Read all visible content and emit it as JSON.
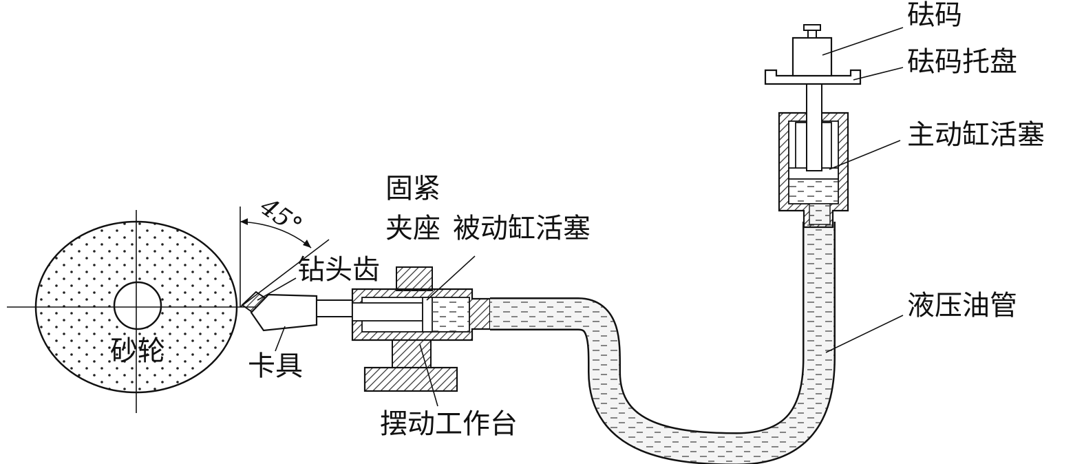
{
  "colors": {
    "ink": "#111111",
    "oil": "#f4f4f4",
    "hatch": "#333333",
    "background": "#ffffff"
  },
  "labels": {
    "weight": "砝码",
    "weight_tray": "砝码托盘",
    "master_piston": "主动缸活塞",
    "hydraulic_tube": "液压油管",
    "fastening_line1": "固紧",
    "fastening_line2": "夹座",
    "slave_piston": "被动缸活塞",
    "drill_tooth": "钻头齿",
    "fixture": "卡具",
    "grinding_wheel": "砂轮",
    "swing_table": "摆动工作台",
    "angle": "45°"
  }
}
